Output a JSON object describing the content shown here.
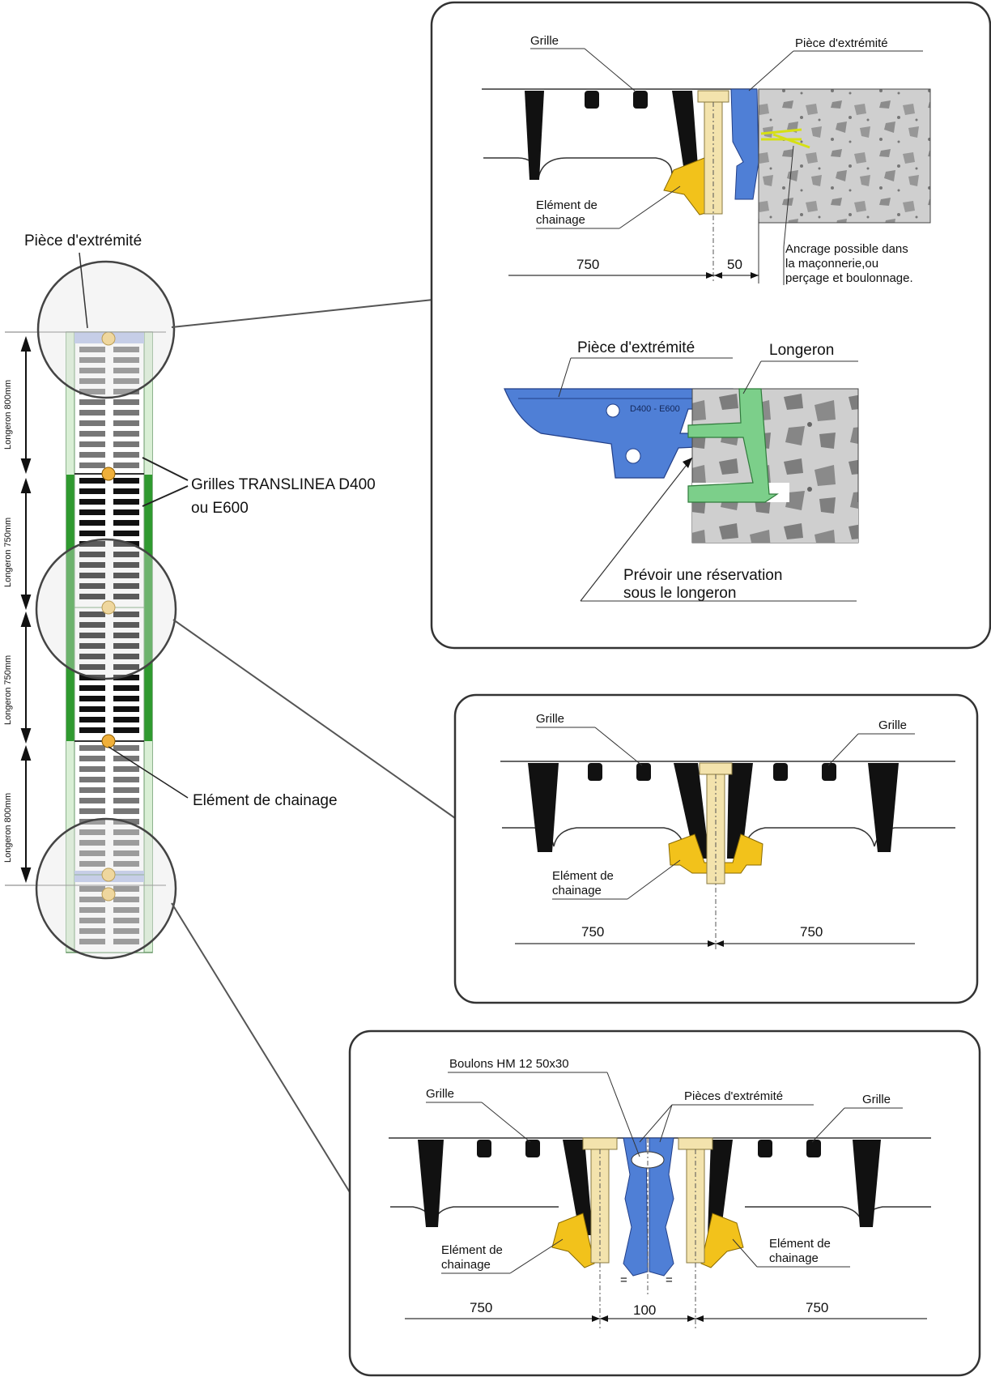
{
  "overview": {
    "end_piece_label": "Pièce d'extrémité",
    "grilles_label_line1": "Grilles TRANSLINEA D400",
    "grilles_label_line2": "ou E600",
    "chaining_label": "Elément de chainage",
    "longeron_labels": [
      "Longeron 800mm",
      "Longeron 750mm",
      "Longeron 750mm",
      "Longeron 800mm"
    ]
  },
  "panel_top": {
    "grille_label": "Grille",
    "end_piece_label": "Pièce d'extrémité",
    "chaining_label_line1": "Elément de",
    "chaining_label_line2": "chainage",
    "anchor_line1": "Ancrage possible dans",
    "anchor_line2": "la maçonnerie,ou",
    "anchor_line3": "perçage et boulonnage.",
    "dim_left": "750",
    "dim_right": "50",
    "end_piece_label_2": "Pièce d'extrémité",
    "longeron_label": "Longeron",
    "part_marking": "D400 - E600",
    "reservation_line1": "Prévoir une réservation",
    "reservation_line2": "sous le longeron"
  },
  "panel_middle": {
    "grille_left": "Grille",
    "grille_right": "Grille",
    "chaining_line1": "Elément de",
    "chaining_line2": "chainage",
    "dim_left": "750",
    "dim_right": "750"
  },
  "panel_bottom": {
    "bolts_label": "Boulons HM 12 50x30",
    "end_pieces_label": "Pièces d'extrémité",
    "grille_left": "Grille",
    "grille_right": "Grille",
    "chaining_left_line1": "Elément de",
    "chaining_left_line2": "chainage",
    "chaining_right_line1": "Elément de",
    "chaining_right_line2": "chainage",
    "equal_mark_left": "=",
    "equal_mark_right": "=",
    "dim_left": "750",
    "dim_center": "100",
    "dim_right": "750"
  },
  "colors": {
    "end_piece_blue": "#4f7fd6",
    "chaining_yellow": "#f2c21b",
    "longeron_green": "#7ccf8a",
    "channel_dark_green": "#2f9a2f",
    "bolt_cream": "#f3e3ad",
    "concrete_grey": "#c9c9c9"
  }
}
